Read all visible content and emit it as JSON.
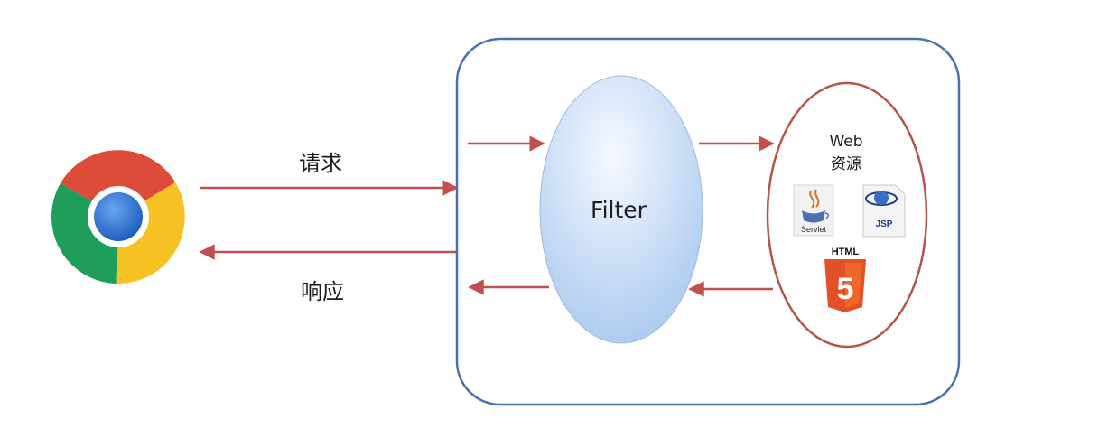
{
  "diagram": {
    "request_label": "请求",
    "response_label": "响应",
    "filter_label": "Filter",
    "web_resource": {
      "title_line1": "Web",
      "title_line2": "资源",
      "icons": [
        {
          "name": "servlet-icon",
          "label": "Servlet"
        },
        {
          "name": "jsp-icon",
          "label": "JSP"
        },
        {
          "name": "html5-icon",
          "label": "HTML"
        }
      ]
    }
  },
  "colors": {
    "arrow": "#c0504d",
    "container_border": "#4a70b0",
    "resource_border": "#b4554a",
    "filter_fill_top": "#f6f9ff",
    "filter_fill_bottom": "#a9c8ef"
  }
}
